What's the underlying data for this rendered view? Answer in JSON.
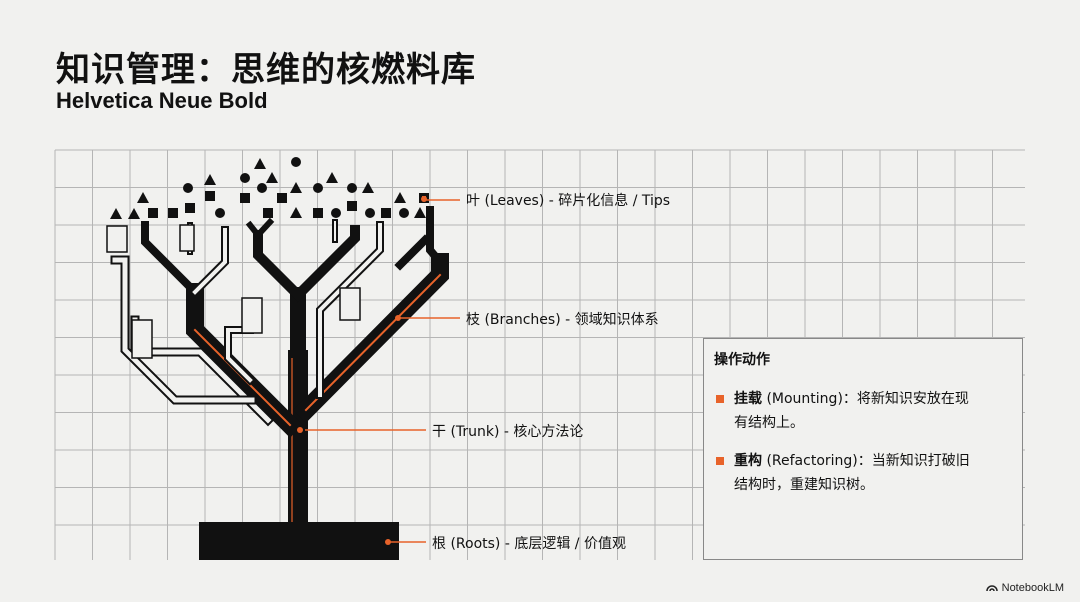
{
  "header": {
    "title": "知识管理：思维的核燃料库",
    "subtitle": "Helvetica Neue Bold"
  },
  "labels": {
    "leaves": "叶 (Leaves) - 碎片化信息 / Tips",
    "branches": "枝 (Branches) - 领域知识体系",
    "trunk": "干 (Trunk) - 核心方法论",
    "roots": "根 (Roots) - 底层逻辑 / 价值观"
  },
  "panel": {
    "title": "操作动作",
    "items": [
      {
        "name": "挂载",
        "detail_line1": "(Mounting)：将新知识安放在现",
        "detail_line2": "有结构上。"
      },
      {
        "name": "重构",
        "detail_line1": "(Refactoring)：当新知识打破旧",
        "detail_line2": "结构时，重建知识树。"
      }
    ]
  },
  "brand": {
    "name": "NotebookLM"
  },
  "colors": {
    "accent": "#e8632a",
    "ink": "#111111",
    "grid": "#b5b5b5",
    "background": "#f1f1ef"
  }
}
